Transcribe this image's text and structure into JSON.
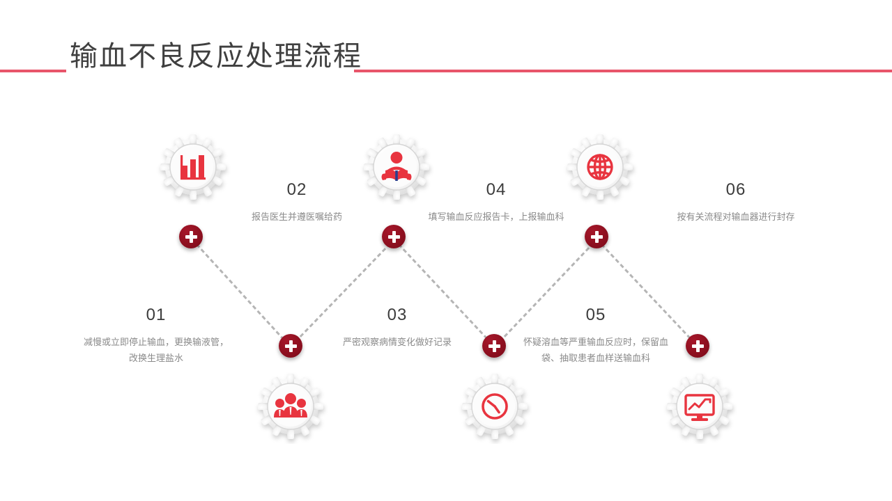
{
  "header": {
    "title": "输血不良反应处理流程",
    "rule_color": "#e8556a",
    "title_color": "#3f3f3f"
  },
  "theme": {
    "accent_red": "#e8343f",
    "node_red": "#8e1020",
    "gear_light": "#f2f2f2",
    "text_gray": "#8a8a8a",
    "dotted_gray": "#b5b5b5"
  },
  "steps": [
    {
      "num": "01",
      "desc": "减慢或立即停止输血，更换输液管，改换生理盐水",
      "icon": "bar-chart-icon",
      "row": "bottom"
    },
    {
      "num": "02",
      "desc": "报告医生并遵医嘱给药",
      "icon": "person-reading-icon",
      "row": "top"
    },
    {
      "num": "03",
      "desc": "严密观察病情变化做好记录",
      "icon": "people-group-icon",
      "row": "bottom"
    },
    {
      "num": "04",
      "desc": "填写输血反应报告卡，上报输血科",
      "icon": "globe-icon",
      "row": "top"
    },
    {
      "num": "05",
      "desc": "怀疑溶血等严重输血反应时，保留血袋、抽取患者血样送输血科",
      "icon": "clock-icon",
      "row": "bottom"
    },
    {
      "num": "06",
      "desc": "按有关流程对输血器进行封存",
      "icon": "monitor-chart-icon",
      "row": "top"
    }
  ],
  "nodes": [
    {
      "label": "plus-node-1"
    },
    {
      "label": "plus-node-2"
    },
    {
      "label": "plus-node-3"
    },
    {
      "label": "plus-node-4"
    },
    {
      "label": "plus-node-5"
    },
    {
      "label": "plus-node-6"
    }
  ]
}
